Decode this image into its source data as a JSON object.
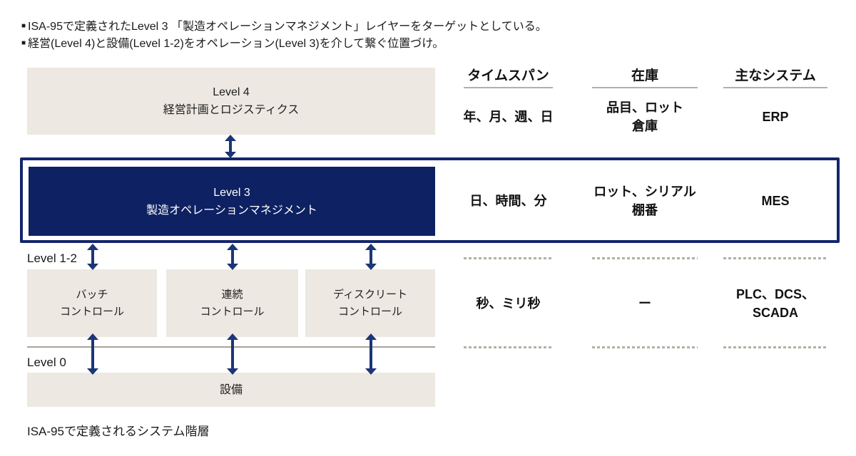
{
  "colors": {
    "beige": "#EDE8E1",
    "navy": "#0E2162",
    "frame": "#14266B",
    "arrow": "#1C3577",
    "line": "#B5AFA5",
    "sep": "#A9A39B",
    "text": "#1A1A1A"
  },
  "bullets": [
    {
      "marker": "■",
      "text": "ISA-95で定義されたLevel 3 「製造オペレーションマネジメント」レイヤーをターゲットとしている。"
    },
    {
      "marker": "■",
      "text": "経営(Level 4)と設備(Level 1-2)をオペレーション(Level 3)を介して繋ぐ位置づけ。"
    }
  ],
  "diagram": {
    "level4": {
      "title": "Level 4",
      "subtitle": "経営計画とロジスティクス"
    },
    "level3": {
      "title": "Level 3",
      "subtitle": "製造オペレーションマネジメント"
    },
    "level12_label": "Level 1-2",
    "level0_label": "Level 0",
    "controls": [
      {
        "line1": "バッチ",
        "line2": "コントロール"
      },
      {
        "line1": "連続",
        "line2": "コントロール"
      },
      {
        "line1": "ディスクリート",
        "line2": "コントロール"
      }
    ],
    "equipment": "設備"
  },
  "table": {
    "headers": [
      "タイムスパン",
      "在庫",
      "主なシステム"
    ],
    "rows": {
      "level4": {
        "timespan": "年、月、週、日",
        "inventory": [
          "品目、ロット",
          "倉庫"
        ],
        "systems": [
          "ERP"
        ]
      },
      "level3": {
        "timespan": "日、時間、分",
        "inventory": [
          "ロット、シリアル",
          "棚番"
        ],
        "systems": [
          "MES"
        ]
      },
      "level12": {
        "timespan": "秒、ミリ秒",
        "inventory": [
          "ー"
        ],
        "systems": [
          "PLC、DCS、",
          "SCADA"
        ]
      }
    }
  },
  "caption": "ISA-95で定義されるシステム階層"
}
